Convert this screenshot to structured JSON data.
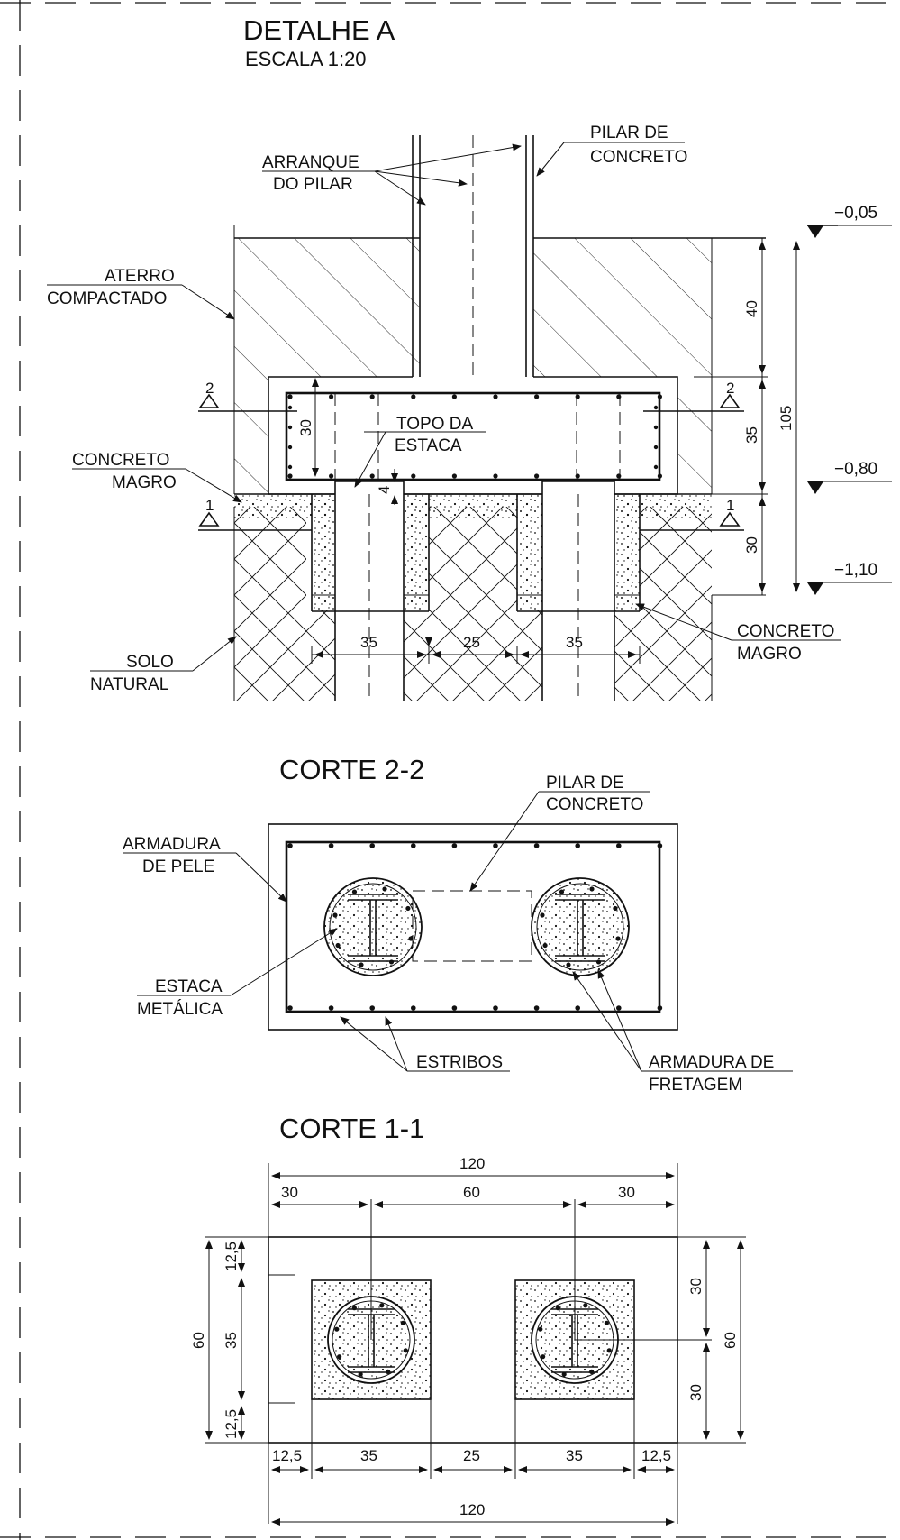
{
  "detail_a": {
    "title": "DETALHE A",
    "scale": "ESCALA 1:20",
    "labels": {
      "arranque_1": "ARRANQUE",
      "arranque_2": "DO PILAR",
      "pilar_1": "PILAR DE",
      "pilar_2": "CONCRETO",
      "aterro_1": "ATERRO",
      "aterro_2": "COMPACTADO",
      "topo_1": "TOPO DA",
      "topo_2": "ESTACA",
      "concreto_magro_left_1": "CONCRETO",
      "concreto_magro_left_2": "MAGRO",
      "concreto_magro_right_1": "CONCRETO",
      "concreto_magro_right_2": "MAGRO",
      "solo_1": "SOLO",
      "solo_2": "NATURAL"
    },
    "levels": [
      "−0,05",
      "−0,80",
      "−1,10"
    ],
    "dims": {
      "d40": "40",
      "d35": "35",
      "d105": "105",
      "d30_right": "30",
      "d30_left": "30",
      "d4": "4",
      "bottom": [
        "35",
        "25",
        "35"
      ]
    },
    "section_marks": {
      "s2": "2",
      "s1": "1"
    }
  },
  "corte_22": {
    "title": "CORTE 2-2",
    "labels": {
      "pilar_1": "PILAR DE",
      "pilar_2": "CONCRETO",
      "armadura_pele_1": "ARMADURA",
      "armadura_pele_2": "DE PELE",
      "estaca_1": "ESTACA",
      "estaca_2": "METÁLICA",
      "estribos": "ESTRIBOS",
      "fretagem_1": "ARMADURA DE",
      "fretagem_2": "FRETAGEM"
    }
  },
  "corte_11": {
    "title": "CORTE 1-1",
    "dims": {
      "top_total": "120",
      "top_parts": [
        "30",
        "60",
        "30"
      ],
      "left_total": "60",
      "left_parts": [
        "12,5",
        "35",
        "12,5"
      ],
      "right_total": "60",
      "right_parts": [
        "30",
        "30"
      ],
      "bottom_parts": [
        "12,5",
        "35",
        "25",
        "35",
        "12,5"
      ],
      "bottom_total": "120"
    }
  }
}
